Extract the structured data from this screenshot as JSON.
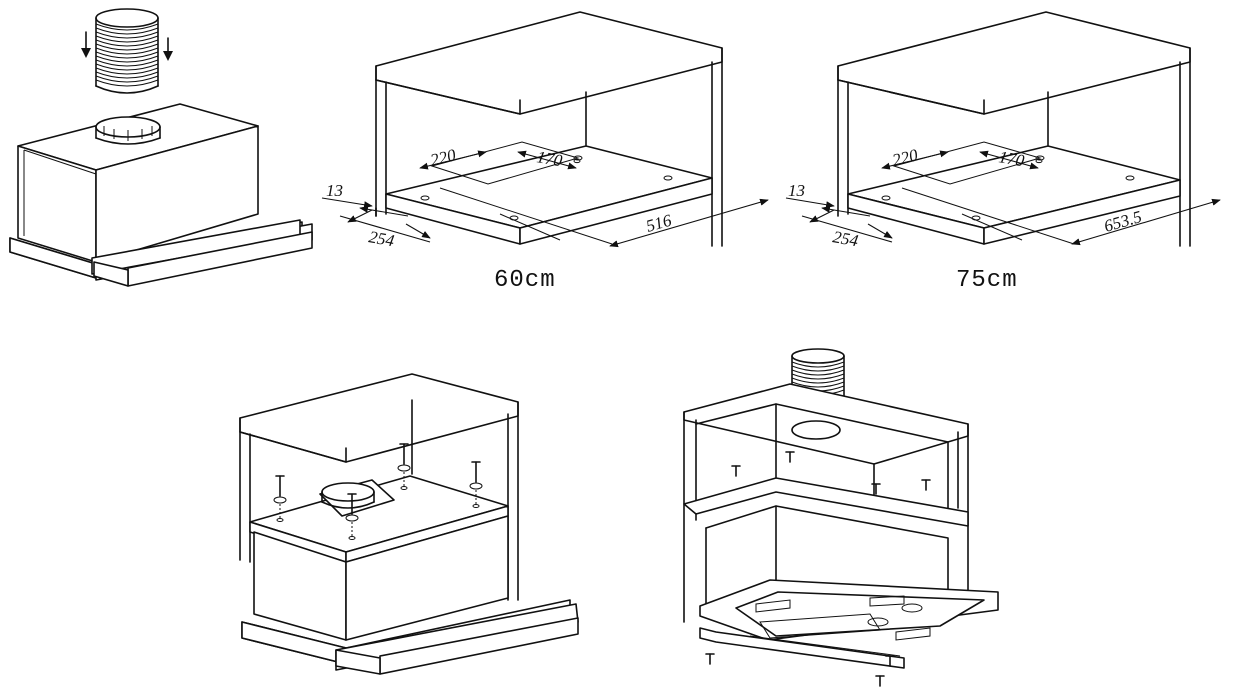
{
  "panels": {
    "hood": {},
    "cab60": {
      "caption": "60cm",
      "dims": {
        "d220": "220",
        "d170": "170",
        "d13": "13",
        "d254": "254",
        "dwidth": "516"
      }
    },
    "cab75": {
      "caption": "75cm",
      "dims": {
        "d220": "220",
        "d170": "170",
        "d13": "13",
        "d254": "254",
        "dwidth": "653.5"
      }
    },
    "mount": {},
    "install": {}
  }
}
